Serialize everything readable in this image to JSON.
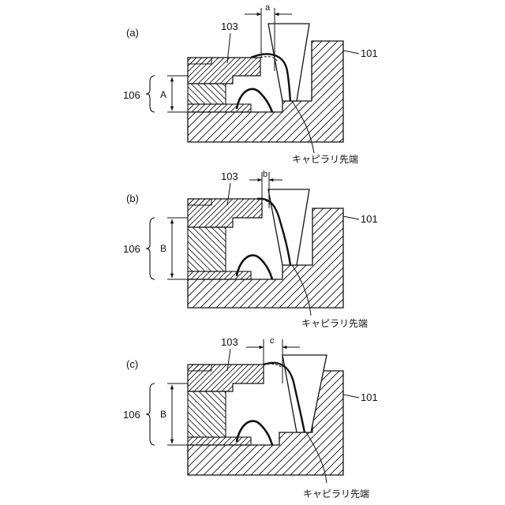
{
  "panels": [
    {
      "label": "(a)",
      "gap_label": "a",
      "height_label": "A",
      "bracket_label": "106",
      "lead_label": "103",
      "base_label": "101",
      "tip_label": "キャピラリ先端"
    },
    {
      "label": "(b)",
      "gap_label": "b",
      "height_label": "B",
      "bracket_label": "106",
      "lead_label": "103",
      "base_label": "101",
      "tip_label": "キャピラリ先端"
    },
    {
      "label": "(c)",
      "gap_label": "c",
      "height_label": "B",
      "bracket_label": "106",
      "lead_label": "103",
      "base_label": "101",
      "tip_label": "キャピラリ先端"
    }
  ]
}
